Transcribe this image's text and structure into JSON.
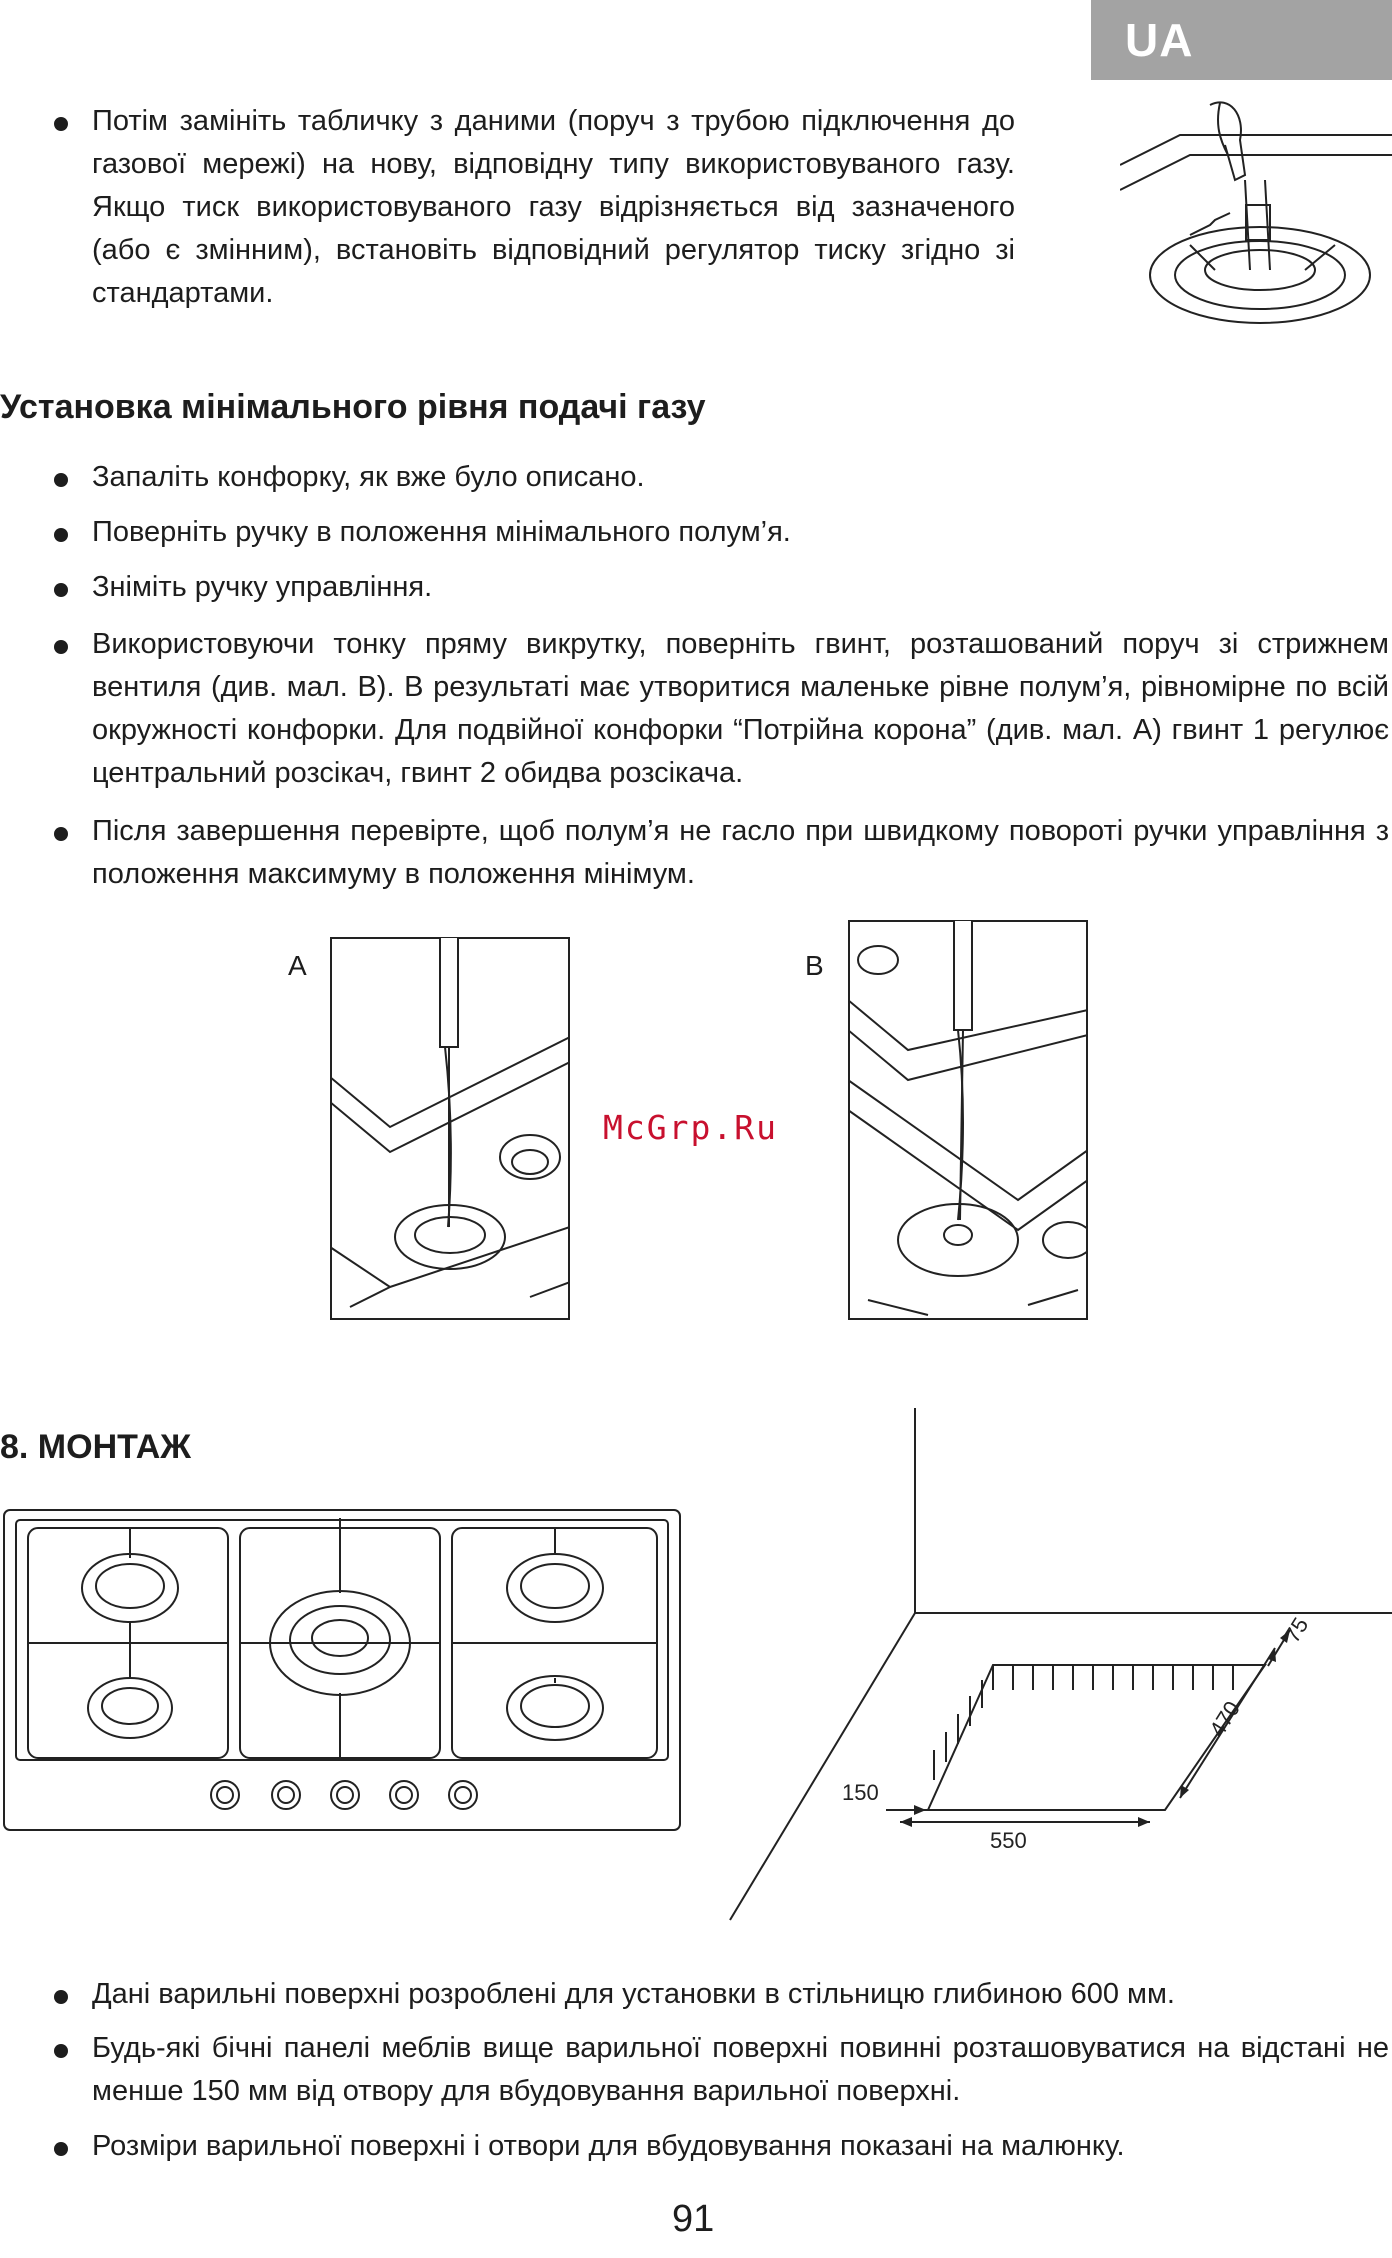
{
  "header": {
    "lang_badge": "UA"
  },
  "intro": {
    "bullet": "Потім замініть табличку з даними (поруч з трубою підключення до газової мережі) на нову, відповідну типу використовуваного газу. Якщо тиск використовуваного газу відрізняється від зазначеного (або є змінним), встановіть відповідний регулятор тиску згідно зі стандартами."
  },
  "section_min_gas": {
    "title": "Установка мінімального рівня подачі газу",
    "bullets": [
      "Запаліть конфорку, як вже було описано.",
      "Поверніть ручку в положення мінімального полум’я.",
      "Зніміть ручку управління.",
      "Використовуючи тонку пряму викрутку, поверніть гвинт, розташований поруч зі стрижнем вентиля (див. мал. B). В результаті має утворитися маленьке рівне полум’я, рівномірне по всій окружності конфорки. Для подвійної конфорки “Потрійна корона” (див. мал. A) гвинт 1 регулює центральний розсікач, гвинт 2 обидва розсікача.",
      "Після завершення перевірте, щоб полум’я не гасло при швидкому повороті ручки управління з положення максимуму в положення мінімум."
    ]
  },
  "figures": {
    "label_a": "A",
    "label_b": "B",
    "watermark": "McGrp.Ru"
  },
  "section_mount": {
    "title": "8. МОНТАЖ",
    "dims": {
      "d150": "150",
      "d550": "550",
      "d470": "470",
      "d75": "75"
    },
    "bullets": [
      "Дані варильні поверхні розроблені для установки в стільницю глибиною 600 мм.",
      "Будь-які бічні панелі меблів вище варильної поверхні повинні розташовуватися на відстані не менше 150 мм від отвору для вбудовування варильної поверхні.",
      "Розміри варильної поверхні і отвори для вбудовування показані на малюнку."
    ]
  },
  "footer": {
    "page_number": "91"
  }
}
